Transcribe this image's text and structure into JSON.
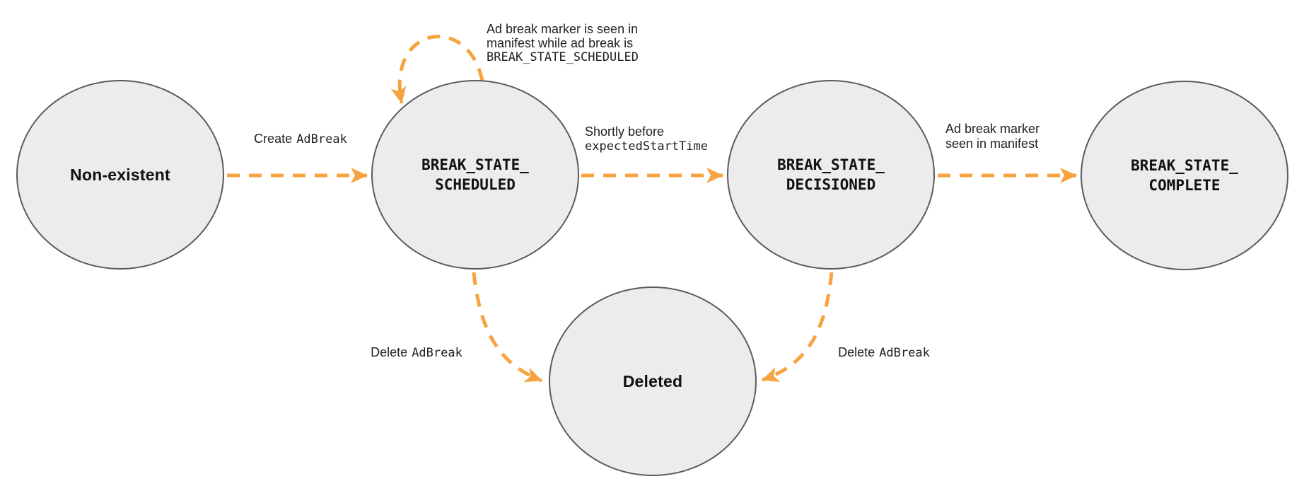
{
  "title": "Ad break state machine diagram",
  "colors": {
    "arrow": "#F7A440",
    "circle_fill": "#ECECEC",
    "circle_border": "#5B5B5B",
    "text": "#1B1B1B"
  },
  "states": {
    "non_existent": {
      "label": "Non-existent"
    },
    "scheduled": {
      "label": "BREAK_STATE_\nSCHEDULED"
    },
    "decisioned": {
      "label": "BREAK_STATE_\nDECISIONED"
    },
    "complete": {
      "label": "BREAK_STATE_\nCOMPLETE"
    },
    "deleted": {
      "label": "Deleted"
    }
  },
  "transitions": {
    "create": {
      "from": "Non-existent",
      "to": "BREAK_STATE_SCHEDULED",
      "text": "Create",
      "code": "AdBreak"
    },
    "marker_seen_while_scheduled": {
      "from": "BREAK_STATE_SCHEDULED",
      "to": "BREAK_STATE_SCHEDULED",
      "line1": "Ad break marker is seen in",
      "line2": "manifest while ad break is",
      "code": "BREAK_STATE_SCHEDULED"
    },
    "shortly_before": {
      "from": "BREAK_STATE_SCHEDULED",
      "to": "BREAK_STATE_DECISIONED",
      "line1": "Shortly before",
      "code": "expectedStartTime"
    },
    "marker_seen": {
      "from": "BREAK_STATE_DECISIONED",
      "to": "BREAK_STATE_COMPLETE",
      "line1": "Ad break marker",
      "line2": "seen in manifest"
    },
    "delete_from_scheduled": {
      "from": "BREAK_STATE_SCHEDULED",
      "to": "Deleted",
      "text": "Delete",
      "code": "AdBreak"
    },
    "delete_from_decisioned": {
      "from": "BREAK_STATE_DECISIONED",
      "to": "Deleted",
      "text": "Delete",
      "code": "AdBreak"
    }
  }
}
